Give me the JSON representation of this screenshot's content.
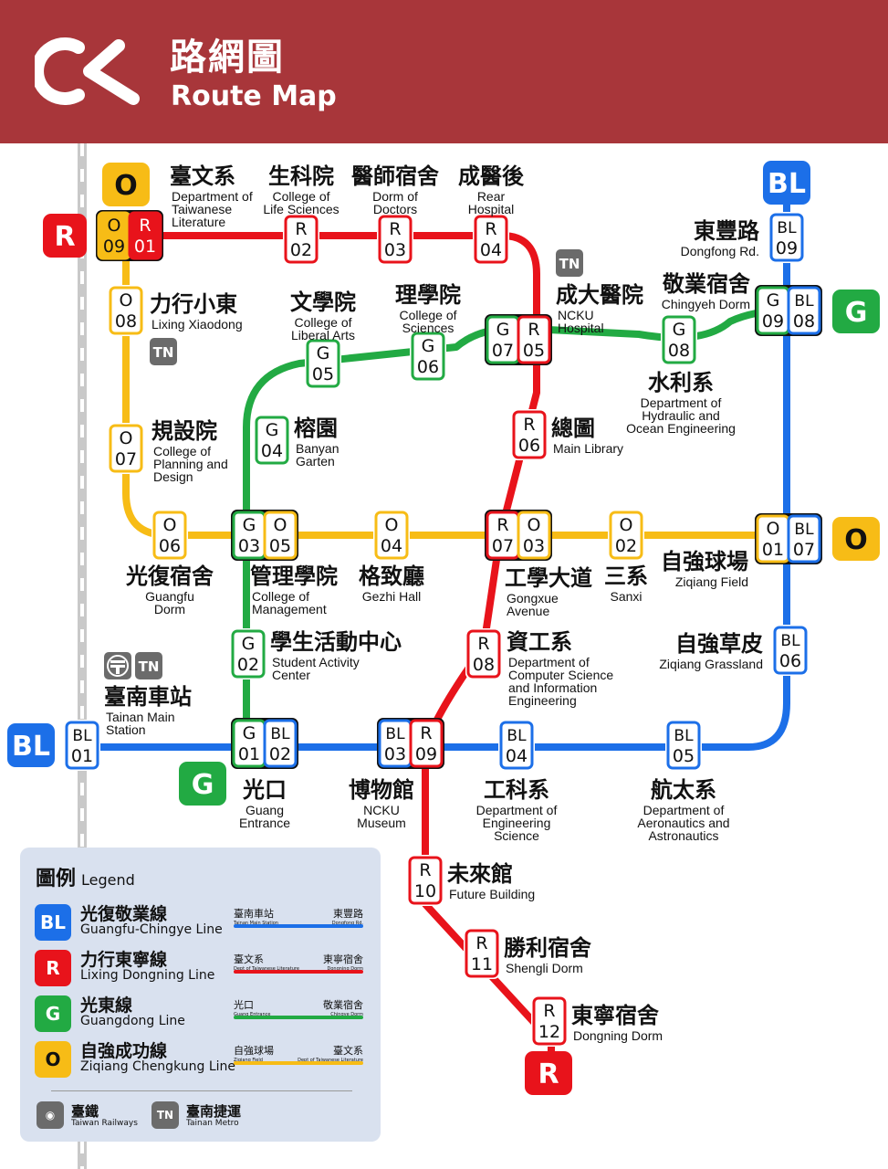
{
  "header": {
    "title_zh": "路網圖",
    "title_en": "Route Map",
    "logo": "cs-logo"
  },
  "colors": {
    "BL": "#1c6fe8",
    "R": "#e8131b",
    "G": "#22aa43",
    "O": "#f7bc16",
    "header": "#a8363a",
    "legend_bg": "#d9e1ef"
  },
  "line_terminals": [
    {
      "code": "O",
      "line": "O",
      "pos": "o-top"
    },
    {
      "code": "R",
      "line": "R",
      "pos": "r-left"
    },
    {
      "code": "BL",
      "line": "BL",
      "pos": "bl-top"
    },
    {
      "code": "G",
      "line": "G",
      "pos": "g-right"
    },
    {
      "code": "O",
      "line": "O",
      "pos": "o-right"
    },
    {
      "code": "BL",
      "line": "BL",
      "pos": "bl-left"
    },
    {
      "code": "G",
      "line": "G",
      "pos": "g-bottom"
    },
    {
      "code": "R",
      "line": "R",
      "pos": "r-bottom"
    }
  ],
  "stations": [
    {
      "key": "taiwanese",
      "zh": "臺文系",
      "en": [
        "Department of",
        "Taiwanese",
        "Literature"
      ],
      "codes": [
        [
          "O",
          "09"
        ],
        [
          "R",
          "01"
        ]
      ]
    },
    {
      "key": "lifesci",
      "zh": "生科院",
      "en": [
        "College of",
        "Life Sciences"
      ],
      "codes": [
        [
          "R",
          "02"
        ]
      ]
    },
    {
      "key": "doctors",
      "zh": "醫師宿舍",
      "en": [
        "Dorm of",
        "Doctors"
      ],
      "codes": [
        [
          "R",
          "03"
        ]
      ]
    },
    {
      "key": "rearhosp",
      "zh": "成醫後",
      "en": [
        "Rear",
        "Hospital"
      ],
      "codes": [
        [
          "R",
          "04"
        ]
      ]
    },
    {
      "key": "hospital",
      "zh": "成大醫院",
      "en": [
        "NCKU",
        "Hospital"
      ],
      "codes": [
        [
          "G",
          "07"
        ],
        [
          "R",
          "05"
        ]
      ]
    },
    {
      "key": "library",
      "zh": "總圖",
      "en": [
        "Main Library"
      ],
      "codes": [
        [
          "R",
          "06"
        ]
      ]
    },
    {
      "key": "gongxue",
      "zh": "工學大道",
      "en": [
        "Gongxue",
        "Avenue"
      ],
      "codes": [
        [
          "R",
          "07"
        ],
        [
          "O",
          "03"
        ]
      ]
    },
    {
      "key": "csie",
      "zh": "資工系",
      "en": [
        "Department of",
        "Computer Science",
        "and Information",
        "Engineering"
      ],
      "codes": [
        [
          "R",
          "08"
        ]
      ]
    },
    {
      "key": "museum",
      "zh": "博物館",
      "en": [
        "NCKU",
        "Museum"
      ],
      "codes": [
        [
          "BL",
          "03"
        ],
        [
          "R",
          "09"
        ]
      ]
    },
    {
      "key": "future",
      "zh": "未來館",
      "en": [
        "Future Building"
      ],
      "codes": [
        [
          "R",
          "10"
        ]
      ]
    },
    {
      "key": "shengli",
      "zh": "勝利宿舍",
      "en": [
        "Shengli Dorm"
      ],
      "codes": [
        [
          "R",
          "11"
        ]
      ]
    },
    {
      "key": "dongning",
      "zh": "東寧宿舍",
      "en": [
        "Dongning Dorm"
      ],
      "codes": [
        [
          "R",
          "12"
        ]
      ]
    },
    {
      "key": "lixing",
      "zh": "力行小東",
      "en": [
        "Lixing Xiaodong"
      ],
      "codes": [
        [
          "O",
          "08"
        ]
      ]
    },
    {
      "key": "planning",
      "zh": "規設院",
      "en": [
        "College of",
        "Planning and",
        "Design"
      ],
      "codes": [
        [
          "O",
          "07"
        ]
      ]
    },
    {
      "key": "guangfu",
      "zh": "光復宿舍",
      "en": [
        "Guangfu",
        "Dorm"
      ],
      "codes": [
        [
          "O",
          "06"
        ]
      ]
    },
    {
      "key": "management",
      "zh": "管理學院",
      "en": [
        "College of",
        "Management"
      ],
      "codes": [
        [
          "G",
          "03"
        ],
        [
          "O",
          "05"
        ]
      ]
    },
    {
      "key": "gezhi",
      "zh": "格致廳",
      "en": [
        "Gezhi Hall"
      ],
      "codes": [
        [
          "O",
          "04"
        ]
      ]
    },
    {
      "key": "sanxi",
      "zh": "三系",
      "en": [
        "Sanxi"
      ],
      "codes": [
        [
          "O",
          "02"
        ]
      ]
    },
    {
      "key": "ziqiangfield",
      "zh": "自強球場",
      "en": [
        "Ziqiang Field"
      ],
      "codes": [
        [
          "O",
          "01"
        ],
        [
          "BL",
          "07"
        ]
      ]
    },
    {
      "key": "liberalarts",
      "zh": "文學院",
      "en": [
        "College of",
        "Liberal Arts"
      ],
      "codes": [
        [
          "G",
          "05"
        ]
      ]
    },
    {
      "key": "sciences",
      "zh": "理學院",
      "en": [
        "College of",
        "Sciences"
      ],
      "codes": [
        [
          "G",
          "06"
        ]
      ]
    },
    {
      "key": "banyan",
      "zh": "榕園",
      "en": [
        "Banyan",
        "Garten"
      ],
      "codes": [
        [
          "G",
          "04"
        ]
      ]
    },
    {
      "key": "student",
      "zh": "學生活動中心",
      "en": [
        "Student Activity",
        "Center"
      ],
      "codes": [
        [
          "G",
          "02"
        ]
      ]
    },
    {
      "key": "guang",
      "zh": "光口",
      "en": [
        "Guang",
        "Entrance"
      ],
      "codes": [
        [
          "G",
          "01"
        ],
        [
          "BL",
          "02"
        ]
      ]
    },
    {
      "key": "hydraulic",
      "zh": "水利系",
      "en": [
        "Department of",
        "Hydraulic and",
        "Ocean Engineering"
      ],
      "codes": [
        [
          "G",
          "08"
        ]
      ]
    },
    {
      "key": "chingyeh",
      "zh": "敬業宿舍",
      "en": [
        "Chingyeh Dorm"
      ],
      "codes": [
        [
          "G",
          "09"
        ],
        [
          "BL",
          "08"
        ]
      ]
    },
    {
      "key": "dongfong",
      "zh": "東豐路",
      "en": [
        "Dongfong Rd."
      ],
      "codes": [
        [
          "BL",
          "09"
        ]
      ]
    },
    {
      "key": "grassland",
      "zh": "自強草皮",
      "en": [
        "Ziqiang Grassland"
      ],
      "codes": [
        [
          "BL",
          "06"
        ]
      ]
    },
    {
      "key": "aero",
      "zh": "航太系",
      "en": [
        "Department of",
        "Aeronautics and",
        "Astronautics"
      ],
      "codes": [
        [
          "BL",
          "05"
        ]
      ]
    },
    {
      "key": "engsci",
      "zh": "工科系",
      "en": [
        "Department of",
        "Engineering",
        "Science"
      ],
      "codes": [
        [
          "BL",
          "04"
        ]
      ]
    },
    {
      "key": "tainan",
      "zh": "臺南車站",
      "en": [
        "Tainan Main",
        "Station"
      ],
      "codes": [
        [
          "BL",
          "01"
        ]
      ]
    }
  ],
  "transfer_icons": {
    "railway": "taiwan-railways-icon",
    "metro": "tainan-metro-icon",
    "metro_text": "TN"
  },
  "legend": {
    "title_zh": "圖例",
    "title_en": "Legend",
    "lines": [
      {
        "code": "BL",
        "zh": "光復敬業線",
        "en": "Guangfu-Chingye Line",
        "from_zh": "臺南車站",
        "from_en": "Tainan Main Station",
        "to_zh": "東豐路",
        "to_en": "Dongfong Rd."
      },
      {
        "code": "R",
        "zh": "力行東寧線",
        "en": "Lixing Dongning Line",
        "from_zh": "臺文系",
        "from_en": "Dept of Taiwanese Literature",
        "to_zh": "東寧宿舍",
        "to_en": "Dongning Dorm"
      },
      {
        "code": "G",
        "zh": "光東線",
        "en": "Guangdong Line",
        "from_zh": "光口",
        "from_en": "Guang Entrance",
        "to_zh": "敬業宿舍",
        "to_en": "Chingye Dorm"
      },
      {
        "code": "O",
        "zh": "自強成功線",
        "en": "Ziqiang Chengkung Line",
        "from_zh": "自強球場",
        "from_en": "Ziqiang Field",
        "to_zh": "臺文系",
        "to_en": "Dept of Taiwanese Literature"
      }
    ],
    "operators": [
      {
        "zh": "臺鐵",
        "en": "Taiwan Railways",
        "icon": "taiwan-railways-icon"
      },
      {
        "zh": "臺南捷運",
        "en": "Tainan Metro",
        "icon": "tainan-metro-icon",
        "icon_text": "TN"
      }
    ]
  }
}
